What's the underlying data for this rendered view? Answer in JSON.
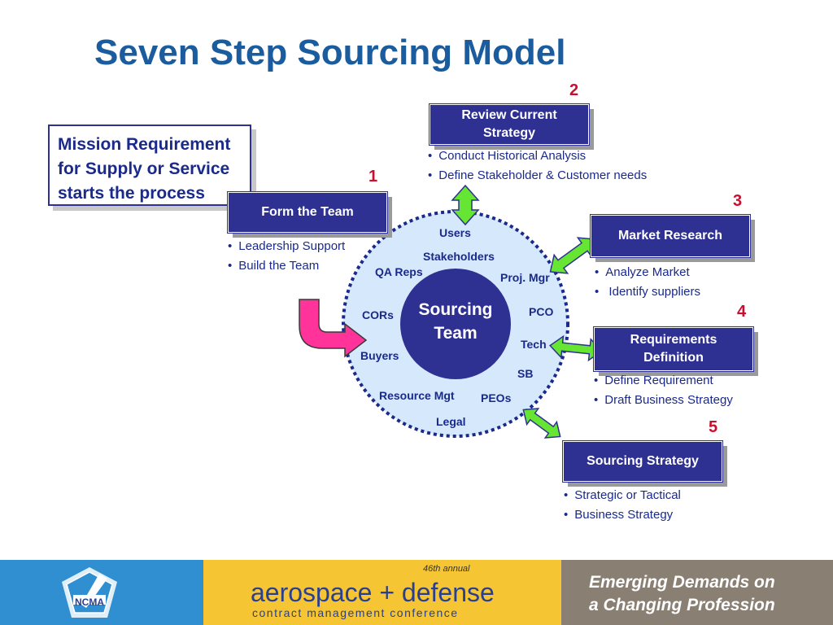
{
  "title": "Seven Step Sourcing Model",
  "mission": {
    "line1": "Mission Requirement",
    "line2": "for Supply or Service",
    "line3": "starts the process"
  },
  "steps": {
    "s1": {
      "num": "1",
      "label": "Form the Team",
      "bullets": [
        "Leadership Support",
        "Build the Team"
      ]
    },
    "s2": {
      "num": "2",
      "label_line1": "Review Current",
      "label_line2": "Strategy",
      "bullets": [
        "Conduct Historical Analysis",
        "Define Stakeholder & Customer needs"
      ]
    },
    "s3": {
      "num": "3",
      "label": "Market Research",
      "bullets": [
        "Analyze Market",
        " Identify suppliers"
      ]
    },
    "s4": {
      "num": "4",
      "label_line1": "Requirements",
      "label_line2": "Definition",
      "bullets": [
        "Define Requirement",
        "Draft Business Strategy"
      ]
    },
    "s5": {
      "num": "5",
      "label": "Sourcing Strategy",
      "bullets": [
        "Strategic or Tactical",
        "Business Strategy"
      ]
    }
  },
  "center": {
    "line1": "Sourcing",
    "line2": "Team"
  },
  "ring_members": {
    "users": "Users",
    "stakeholders": "Stakeholders",
    "qa_reps": "QA Reps",
    "proj_mgr": "Proj. Mgr",
    "cors": "CORs",
    "pco": "PCO",
    "buyers": "Buyers",
    "tech": "Tech",
    "sb": "SB",
    "resource_mgt": "Resource Mgt",
    "peos": "PEOs",
    "legal": "Legal"
  },
  "footer": {
    "logo": "NCMA",
    "edition": "46th annual",
    "conference_title": "aerospace + defense",
    "conference_subtitle": "contract management conference",
    "tagline_line1": "Emerging Demands on",
    "tagline_line2": "a Changing Profession"
  },
  "colors": {
    "title": "#1a5c9e",
    "box": "#2e3192",
    "circle_fill": "#d6e8fb",
    "circle_dots": "#1a2a8c",
    "arrow": "#66e633",
    "feed_arrow": "#ff3399",
    "step_number": "#c8102e"
  }
}
